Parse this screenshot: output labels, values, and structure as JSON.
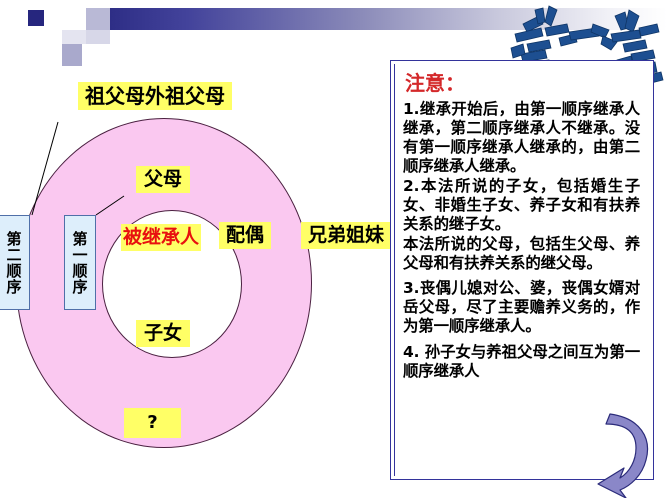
{
  "banner": {
    "gradient_start": "#2e2e86",
    "gradient_end": "#ffffff",
    "accent_square_color": "#26267e"
  },
  "logo": {
    "name": "stylized-3d-chinese-logo",
    "characters": "学一些",
    "color": "#1d4f91"
  },
  "diagram": {
    "outer_ring_color": "#fac8f0",
    "inner_circle_color": "#ffffff",
    "label_bg_color": "#ffff66",
    "deceased_text_color": "#e8100f",
    "grandparents": "祖父母外祖父母",
    "parents": "父母",
    "children": "子女",
    "deceased": "被继承人",
    "spouse": "配偶",
    "siblings": "兄弟姐妹",
    "question": "?",
    "order_first": "第一顺序",
    "order_second": "第二顺序"
  },
  "note": {
    "title": "注意：",
    "title_color": "#d4282a",
    "border_color": "#33339b",
    "paragraphs": [
      "1.继承开始后，由第一顺序继承人继承，第二顺序继承人不继承。没有第一顺序继承人继承的，由第二顺序继承人继承。",
      "2.本法所说的子女，包括婚生子女、非婚生子女、养子女和有扶养关系的继子女。",
      "本法所说的父母，包括生父母、养父母和有扶养关系的继父母。",
      "3.丧偶儿媳对公、婆，丧偶女婿对岳父母，尽了主要赡养义务的，作为第一顺序继承人。",
      "4. 孙子女与养祖父母之间互为第一顺序继承人"
    ]
  },
  "arrow": {
    "name": "curved-arrow",
    "fill_color": "#8a87c8",
    "stroke_color": "#2b2b7a"
  }
}
